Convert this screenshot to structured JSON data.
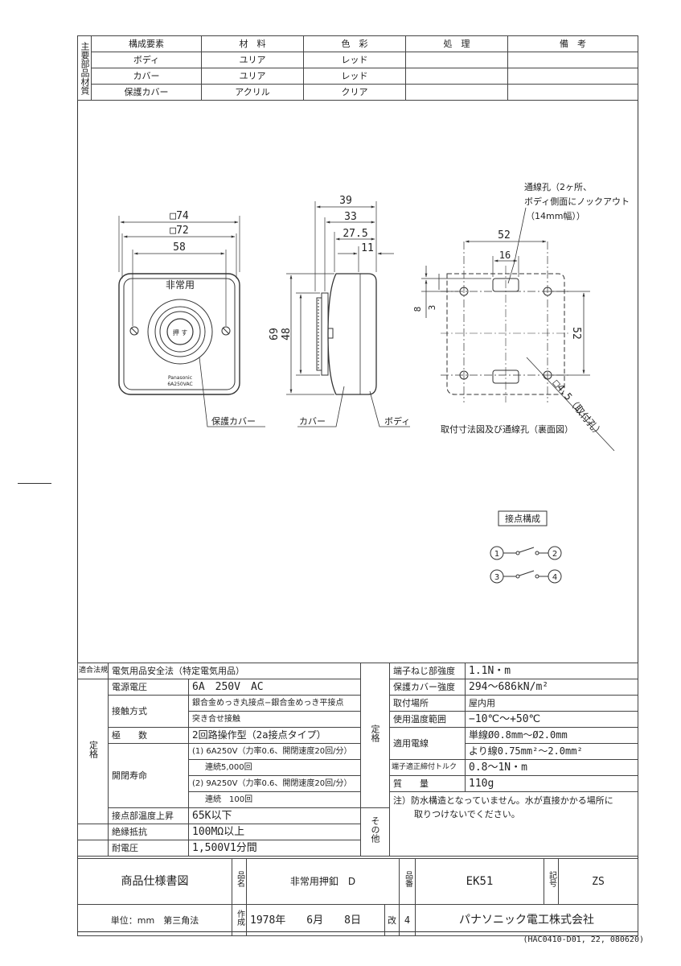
{
  "materials": {
    "side_label": "主要部品材質",
    "headers": [
      "構成要素",
      "材　料",
      "色　彩",
      "処　理",
      "備　考"
    ],
    "rows": [
      [
        "ボディ",
        "ユリア",
        "レッド",
        "",
        ""
      ],
      [
        "カバー",
        "ユリア",
        "レッド",
        "",
        ""
      ],
      [
        "保護カバー",
        "アクリル",
        "クリア",
        "",
        ""
      ]
    ]
  },
  "drawing": {
    "front": {
      "dims": [
        "□74",
        "□72",
        "58"
      ],
      "label_top": "非常用",
      "button_text": "押 す",
      "brand": "Panasonic",
      "rating": "6A250VAC",
      "callout": "保護カバー"
    },
    "side": {
      "dims": [
        "39",
        "33",
        "27.5",
        "11",
        "69",
        "48"
      ],
      "callout_cover": "カバー",
      "callout_body": "ボディ"
    },
    "back": {
      "note_lines": [
        "通線孔（2ヶ所、",
        "ボディ側面にノックアウト",
        "（14mm幅））"
      ],
      "dims": [
        "52",
        "16",
        "8",
        "3",
        "52"
      ],
      "hole_label": "□4.5（取付孔）",
      "caption": "取付寸法図及び通線孔（裏面図）"
    },
    "contact": {
      "title": "接点構成",
      "terminals": [
        "1",
        "2",
        "3",
        "4"
      ]
    }
  },
  "spec": {
    "law_label": "適合法規",
    "law_value": "電気用品安全法（特定電気用品）",
    "rating_label": "定格",
    "left_rows": [
      {
        "label": "電源電圧",
        "value": "6A　250V　AC"
      },
      {
        "label": "接触方式",
        "value": "銀合金めっき丸接点−銀合金めっき平接点",
        "value2": "突き合せ接触"
      },
      {
        "label": "極　　数",
        "value": "2回路操作型（2a接点タイプ）"
      },
      {
        "label": "開閉寿命",
        "value": "(1) 6A250V（力率0.6、開閉速度20回/分）",
        "value2": "連続5,000回",
        "value3": "(2) 9A250V（力率0.6、開閉速度20回/分）",
        "value4": "連続　100回"
      },
      {
        "label": "接点部温度上昇",
        "value": "65K以下"
      },
      {
        "label": "絶縁抵抗",
        "value": "100MΩ以上"
      },
      {
        "label": "耐電圧",
        "value": "1,500V1分間"
      }
    ],
    "right_label": "定格",
    "right_rows": [
      {
        "label": "端子ねじ部強度",
        "value": "1.1N・m"
      },
      {
        "label": "保護カバー強度",
        "value": "294〜686kN/m²"
      },
      {
        "label": "取付場所",
        "value": "屋内用"
      },
      {
        "label": "使用温度範囲",
        "value": "−10℃〜+50℃"
      },
      {
        "label": "適用電線",
        "value": "単線Ø0.8mm〜Ø2.0mm",
        "value2": "より線0.75mm²〜2.0mm²"
      },
      {
        "label": "端子適正締付トルク",
        "value": "0.8〜1N・m"
      },
      {
        "label": "質　　量",
        "value": "110g"
      }
    ],
    "other_label": "その他",
    "other_note1": "注）防水構造となっていません。水が直接かかる場所に",
    "other_note2": "取りつけないでください。"
  },
  "title_block": {
    "doc_type": "商品仕様書図",
    "name_label": "品名",
    "product_name": "非常用押釦　D",
    "number_label": "品番",
    "product_number": "EK51",
    "symbol_label": "記号",
    "symbol": "ZS",
    "unit": "単位：mm　第三角法",
    "created_label": "作成",
    "date": "1978年　　6月　　8日",
    "rev_label": "改",
    "rev": "4",
    "company": "パナソニック電工株式会社"
  },
  "footer_code": "(HAC0410-D01, 22, 080620)"
}
